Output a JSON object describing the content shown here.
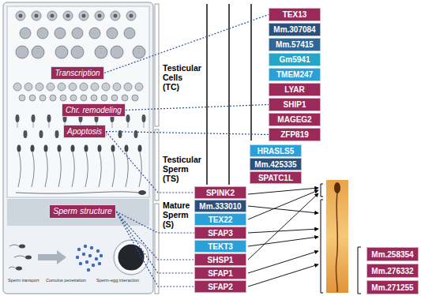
{
  "diagram": {
    "nodes": [
      {
        "text": [
          "Transcription"
        ]
      },
      {
        "text": [
          "Chr. remodeling"
        ]
      },
      {
        "text": [
          "Apoptosis"
        ]
      },
      {
        "text": [
          "Sperm structure"
        ]
      },
      {
        "text": [
          "TEX13"
        ]
      },
      {
        "text": [
          "Mm.307084"
        ]
      },
      {
        "text": [
          "Mm.57415"
        ]
      },
      {
        "text": [
          "Gm5941"
        ]
      },
      {
        "text": [
          "TMEM247"
        ]
      },
      {
        "text": [
          "LYAR"
        ]
      },
      {
        "text": [
          "SHIP1"
        ]
      },
      {
        "text": [
          "MAGEG2"
        ]
      },
      {
        "text": [
          "ZFP819"
        ]
      },
      {
        "text": [
          "HRASLS5"
        ]
      },
      {
        "text": [
          "Mm.425335"
        ]
      },
      {
        "text": [
          "SPATC1L"
        ]
      },
      {
        "text": [
          "SPINK2"
        ]
      },
      {
        "text": [
          "Mm.333010"
        ]
      },
      {
        "text": [
          "TEX22"
        ]
      },
      {
        "text": [
          "SFAP3"
        ]
      },
      {
        "text": [
          "TEKT3"
        ]
      },
      {
        "text": [
          "SHSP1"
        ]
      },
      {
        "text": [
          "SFAP1"
        ]
      },
      {
        "text": [
          "SFAP2"
        ]
      },
      {
        "text": [
          "Mm.258354"
        ]
      },
      {
        "text": [
          "Mm.276332"
        ]
      },
      {
        "text": [
          "Mm.271255"
        ]
      }
    ],
    "edges": [
      {
        "from": 0,
        "to": 4,
        "arrow": "none"
      },
      {
        "from": 1,
        "to": 10,
        "arrow": "none"
      },
      {
        "from": 2,
        "to": 12,
        "arrow": "none"
      },
      {
        "from": 2,
        "to": 16,
        "arrow": "none"
      },
      {
        "from": 3,
        "to": 19,
        "arrow": "none"
      },
      {
        "from": 3,
        "to": 21,
        "arrow": "none"
      },
      {
        "from": 3,
        "to": 22,
        "arrow": "none"
      },
      {
        "from": 3,
        "to": 23,
        "arrow": "none"
      }
    ],
    "labels": [
      "Testicular Cells (TC)",
      "Testicular Sperm (TS)",
      "Mature Sperm (S)",
      "Sperm transport",
      "Cumulus penetration",
      "Sperm-egg interaction"
    ]
  }
}
